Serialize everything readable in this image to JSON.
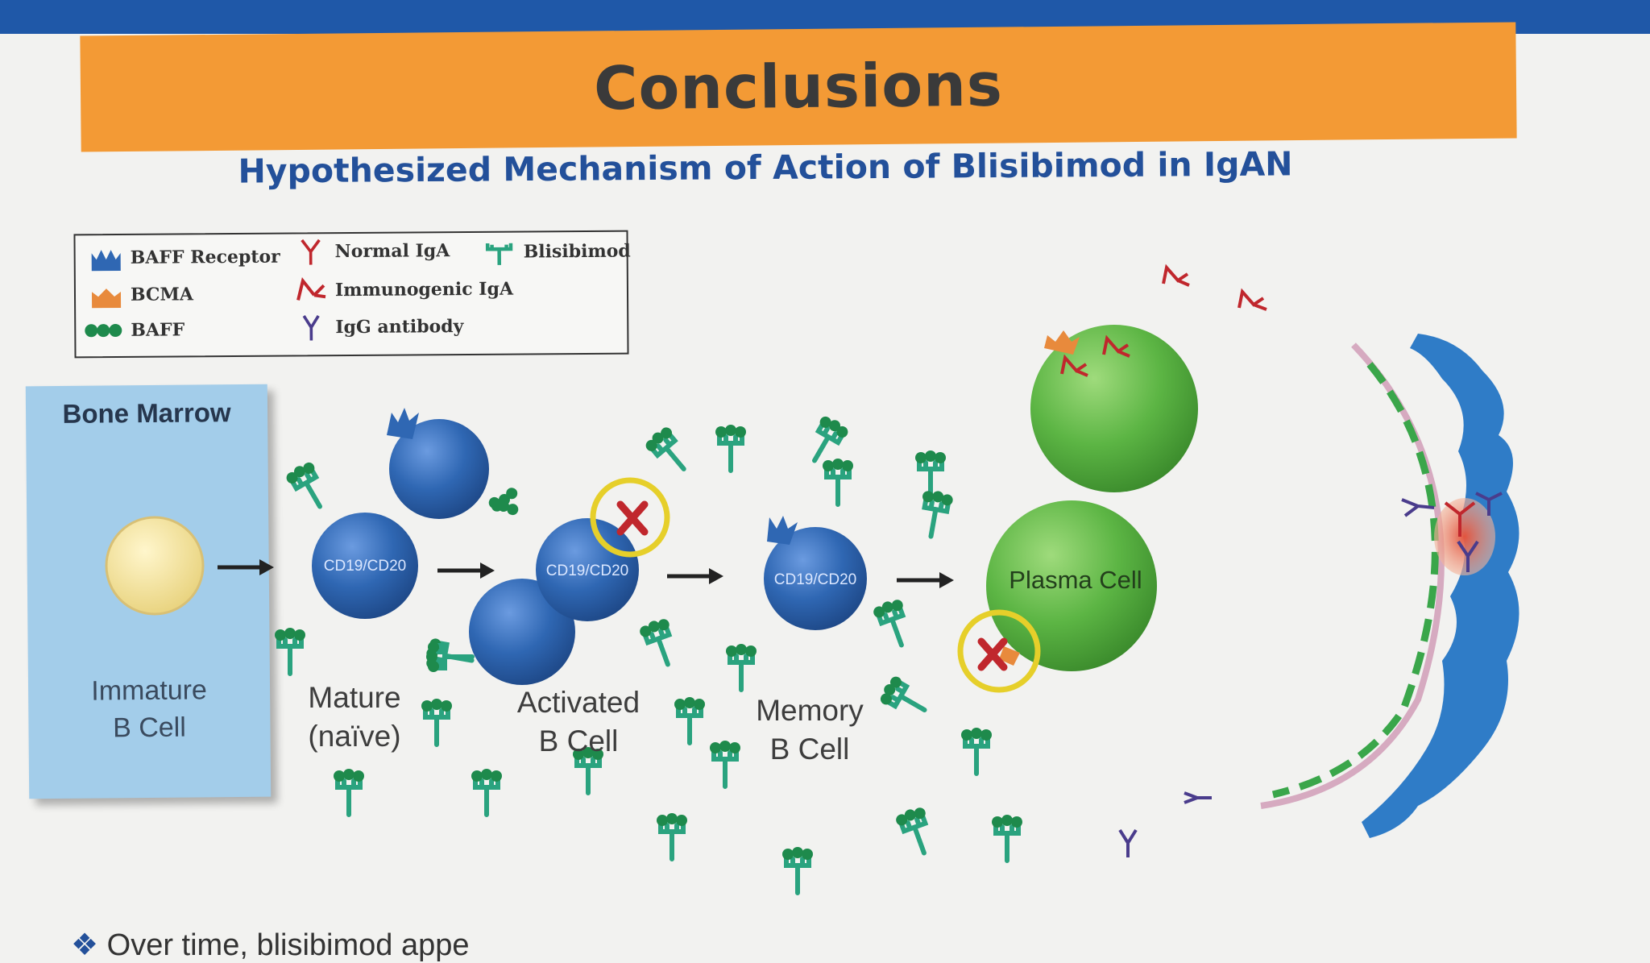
{
  "header": {
    "title": "Conclusions"
  },
  "subtitle": "Hypothesized Mechanism of Action of Blisibimod in IgAN",
  "legend": {
    "items": [
      {
        "label": "BAFF Receptor",
        "icon": "baff-receptor-icon",
        "color": "#2f67b3"
      },
      {
        "label": "BCMA",
        "icon": "bcma-icon",
        "color": "#e88a3c"
      },
      {
        "label": "BAFF",
        "icon": "baff-icon",
        "color": "#1e8a4c"
      },
      {
        "label": "Normal IgA",
        "icon": "normal-iga-icon",
        "color": "#c0272d"
      },
      {
        "label": "Immunogenic IgA",
        "icon": "immunogenic-iga-icon",
        "color": "#c0272d"
      },
      {
        "label": "IgG antibody",
        "icon": "igg-antibody-icon",
        "color": "#4a3c8c"
      },
      {
        "label": "Blisibimod",
        "icon": "blisibimod-icon",
        "color": "#2aa37f"
      }
    ]
  },
  "diagram": {
    "bone_marrow": {
      "title": "Bone Marrow",
      "cell_label": "Immature\nB Cell"
    },
    "stages": [
      {
        "label": "Mature\n(naïve)",
        "marker": "CD19/CD20"
      },
      {
        "label": "Activated\nB Cell",
        "marker": "CD19/CD20"
      },
      {
        "label": "Memory\nB Cell",
        "marker": "CD19/CD20"
      },
      {
        "label": "Plasma Cell"
      }
    ],
    "colors": {
      "b_cell": "#2f67b3",
      "plasma_cell": "#5cb544",
      "immature_cell": "#f3e3a0",
      "blisibimod": "#2aa37f",
      "block_ring": "#e6cf2a",
      "block_x": "#c0272d"
    }
  },
  "footer": {
    "bullet_text": "Over time, blisibimod appe"
  }
}
